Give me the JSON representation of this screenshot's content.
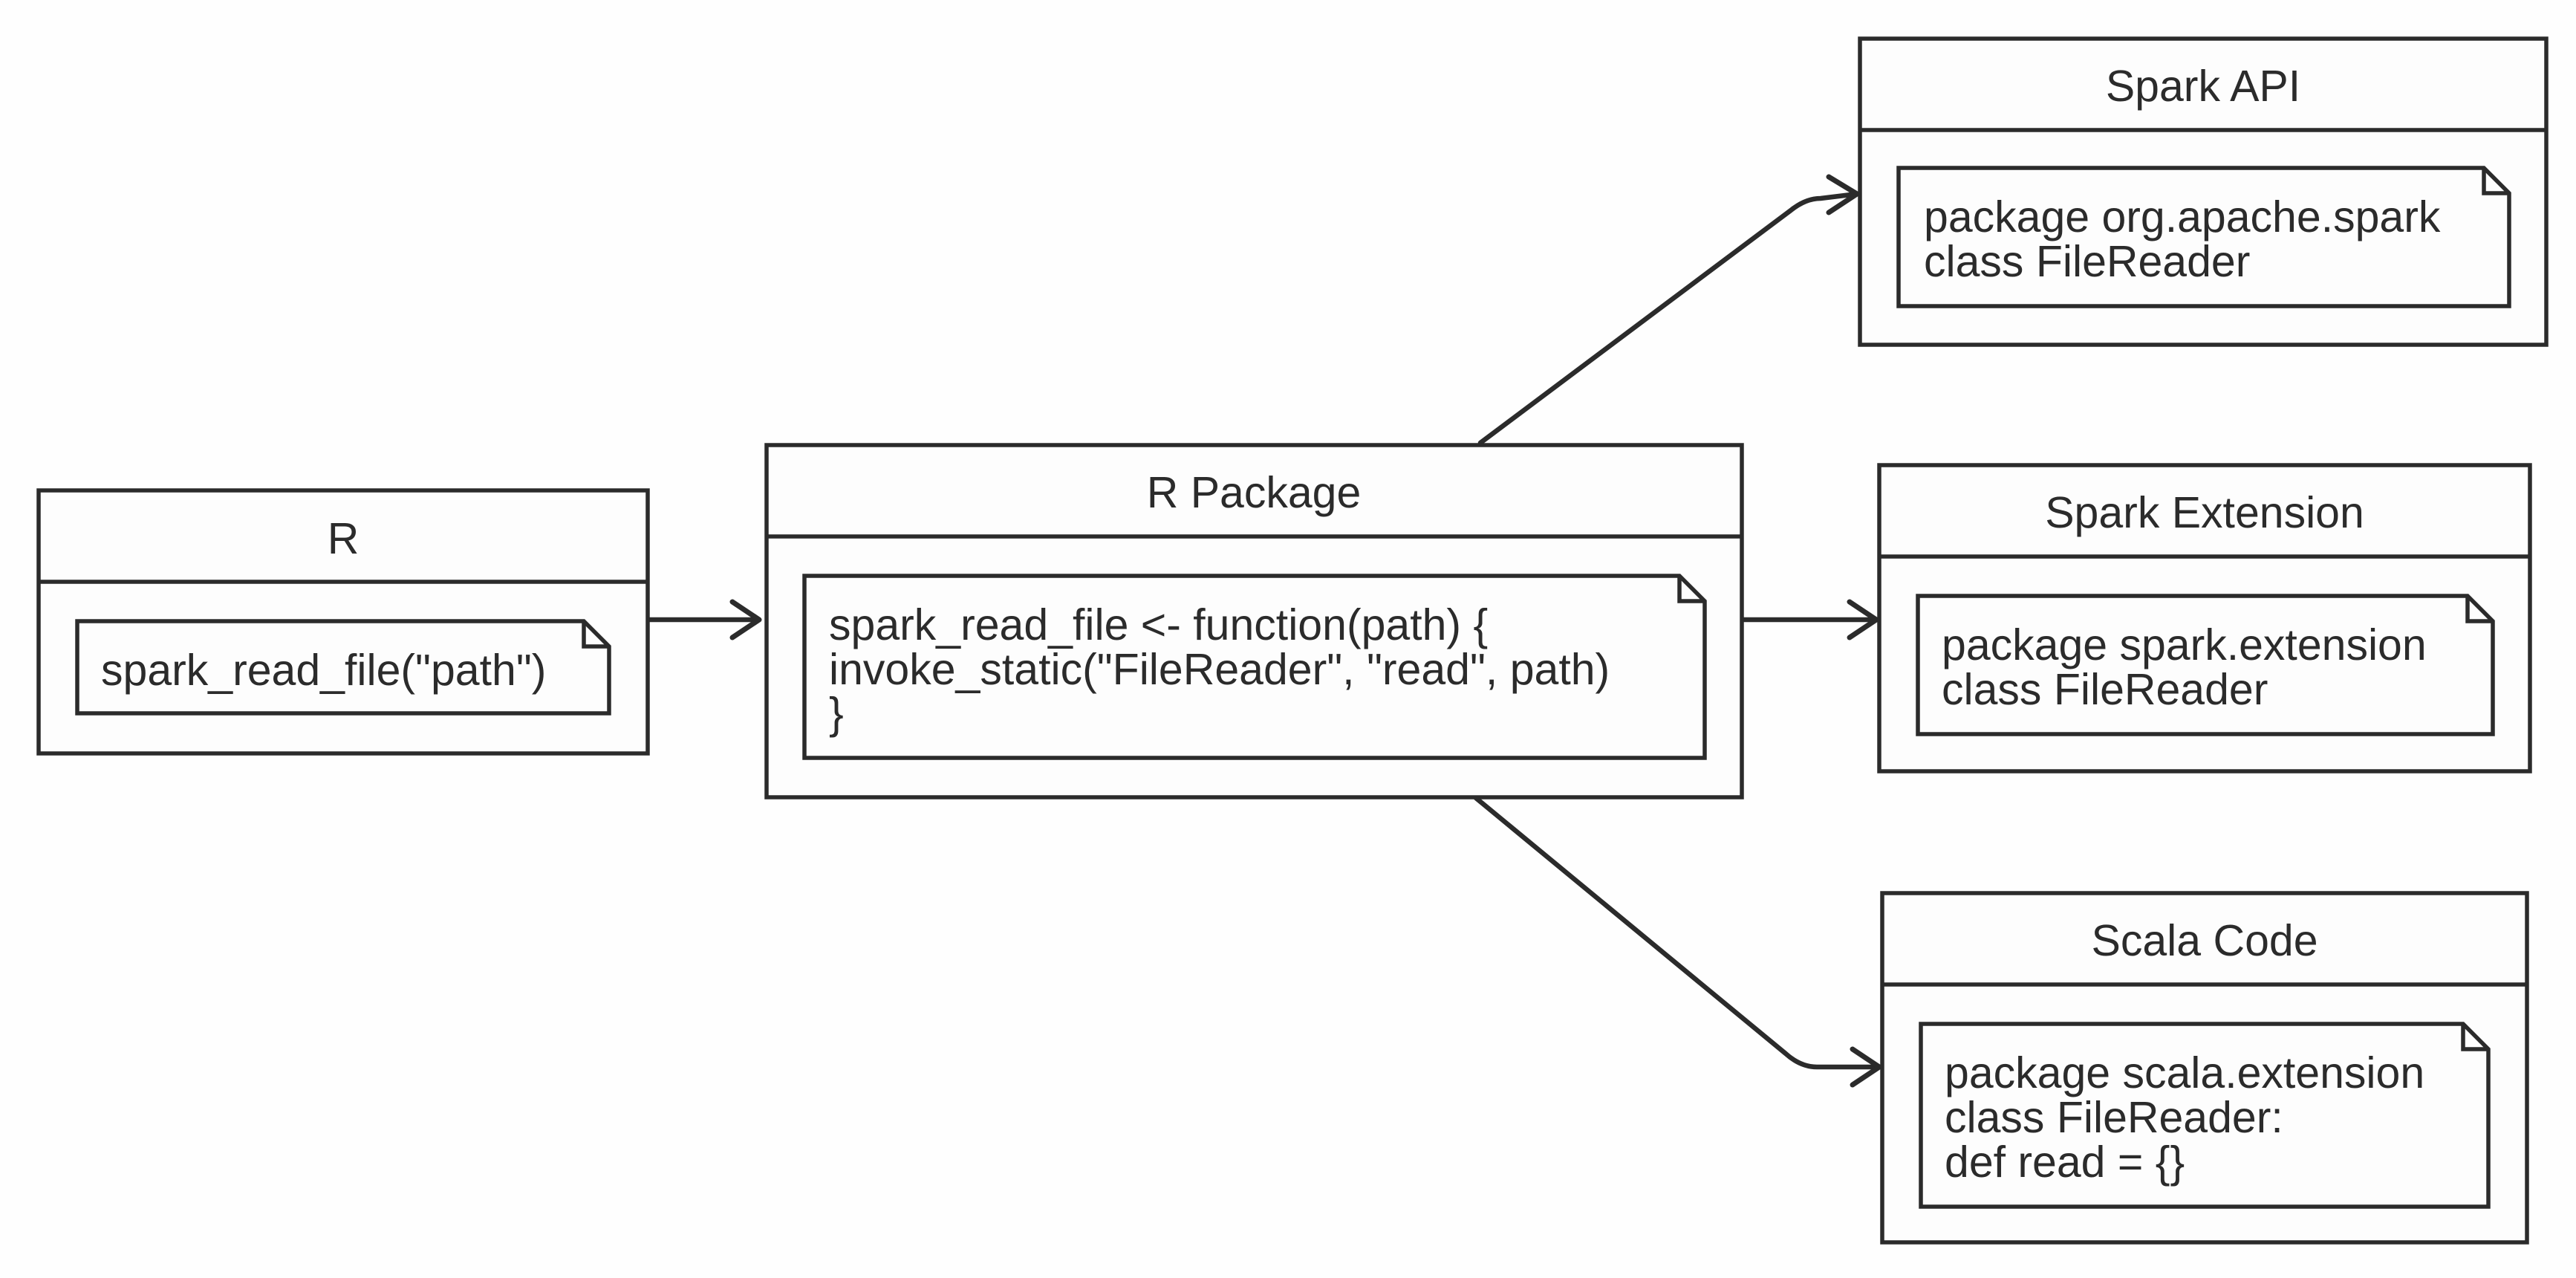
{
  "nodes": {
    "r": {
      "title": "R",
      "note_lines": [
        "spark_read_file(\"path\")"
      ]
    },
    "r_package": {
      "title": "R Package",
      "note_lines": [
        "spark_read_file <- function(path) {",
        "invoke_static(\"FileReader\", \"read\", path)",
        "}"
      ]
    },
    "spark_api": {
      "title": "Spark API",
      "note_lines": [
        "package org.apache.spark",
        "class FileReader"
      ]
    },
    "spark_extension": {
      "title": "Spark Extension",
      "note_lines": [
        "package spark.extension",
        "class FileReader"
      ]
    },
    "scala_code": {
      "title": "Scala Code",
      "note_lines": [
        "package scala.extension",
        "class FileReader:",
        "def read = {}"
      ]
    }
  },
  "edges": [
    {
      "from": "r",
      "to": "r_package"
    },
    {
      "from": "r_package",
      "to": "spark_api"
    },
    {
      "from": "r_package",
      "to": "spark_extension"
    },
    {
      "from": "r_package",
      "to": "scala_code"
    }
  ],
  "colors": {
    "stroke": "#2b2b2b",
    "fill": "#fdfdfd",
    "background": "#fefefe"
  }
}
